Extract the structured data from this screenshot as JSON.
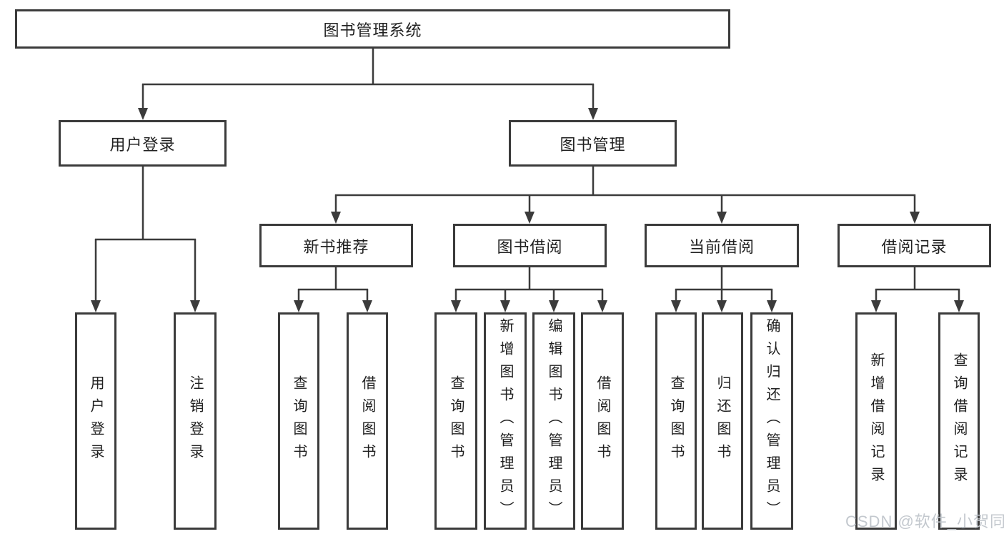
{
  "diagram": {
    "title": "图书管理系统",
    "colors": {
      "line": "#3b3b3b",
      "text": "#212121",
      "background": "#ffffff",
      "watermark": "#c0c5cb"
    },
    "tree": {
      "label": "图书管理系统",
      "children": [
        {
          "label": "用户登录",
          "children": [
            {
              "label": "用户登录"
            },
            {
              "label": "注销登录"
            }
          ]
        },
        {
          "label": "图书管理",
          "children": [
            {
              "label": "新书推荐",
              "children": [
                {
                  "label": "查询图书"
                },
                {
                  "label": "借阅图书"
                }
              ]
            },
            {
              "label": "图书借阅",
              "children": [
                {
                  "label": "查询图书"
                },
                {
                  "label": "新增图书（管理员）"
                },
                {
                  "label": "编辑图书（管理员）"
                },
                {
                  "label": "借阅图书"
                }
              ]
            },
            {
              "label": "当前借阅",
              "children": [
                {
                  "label": "查询图书"
                },
                {
                  "label": "归还图书"
                },
                {
                  "label": "确认归还（管理员）"
                }
              ]
            },
            {
              "label": "借阅记录",
              "children": [
                {
                  "label": "新增借阅记录"
                },
                {
                  "label": "查询借阅记录"
                }
              ]
            }
          ]
        }
      ]
    },
    "watermark": "CSDN @软件_小贺同学"
  }
}
